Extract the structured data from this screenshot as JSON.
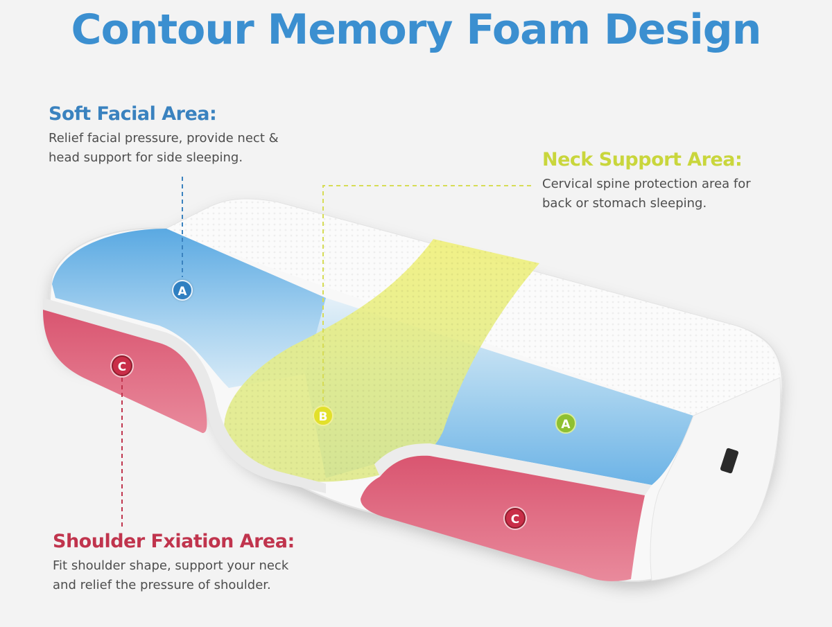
{
  "title": "Contour Memory Foam Design",
  "areas": {
    "soft_facial": {
      "heading": "Soft Facial Area:",
      "description_line1": "Relief facial pressure, provide nect &",
      "description_line2": "head support for side sleeping.",
      "color": "#3a82bf"
    },
    "neck_support": {
      "heading": "Neck Support Area:",
      "description_line1": "Cervical spine protection area for",
      "description_line2": "back or stomach sleeping.",
      "color": "#c9d63c"
    },
    "shoulder_fixation": {
      "heading": "Shoulder Fxiation Area:",
      "description_line1": "Fit shoulder shape, support your neck",
      "description_line2": "and relief the pressure of shoulder.",
      "color": "#c0344d"
    }
  },
  "markers": {
    "a_left": "A",
    "a_right": "A",
    "b_center": "B",
    "c_left": "C",
    "c_right": "C"
  },
  "colors": {
    "background": "#f3f3f3",
    "zone_a": "#7fbde8",
    "zone_b": "#e8ec6a",
    "zone_c": "#e06a82",
    "pillow_white": "#fbfbfb"
  }
}
